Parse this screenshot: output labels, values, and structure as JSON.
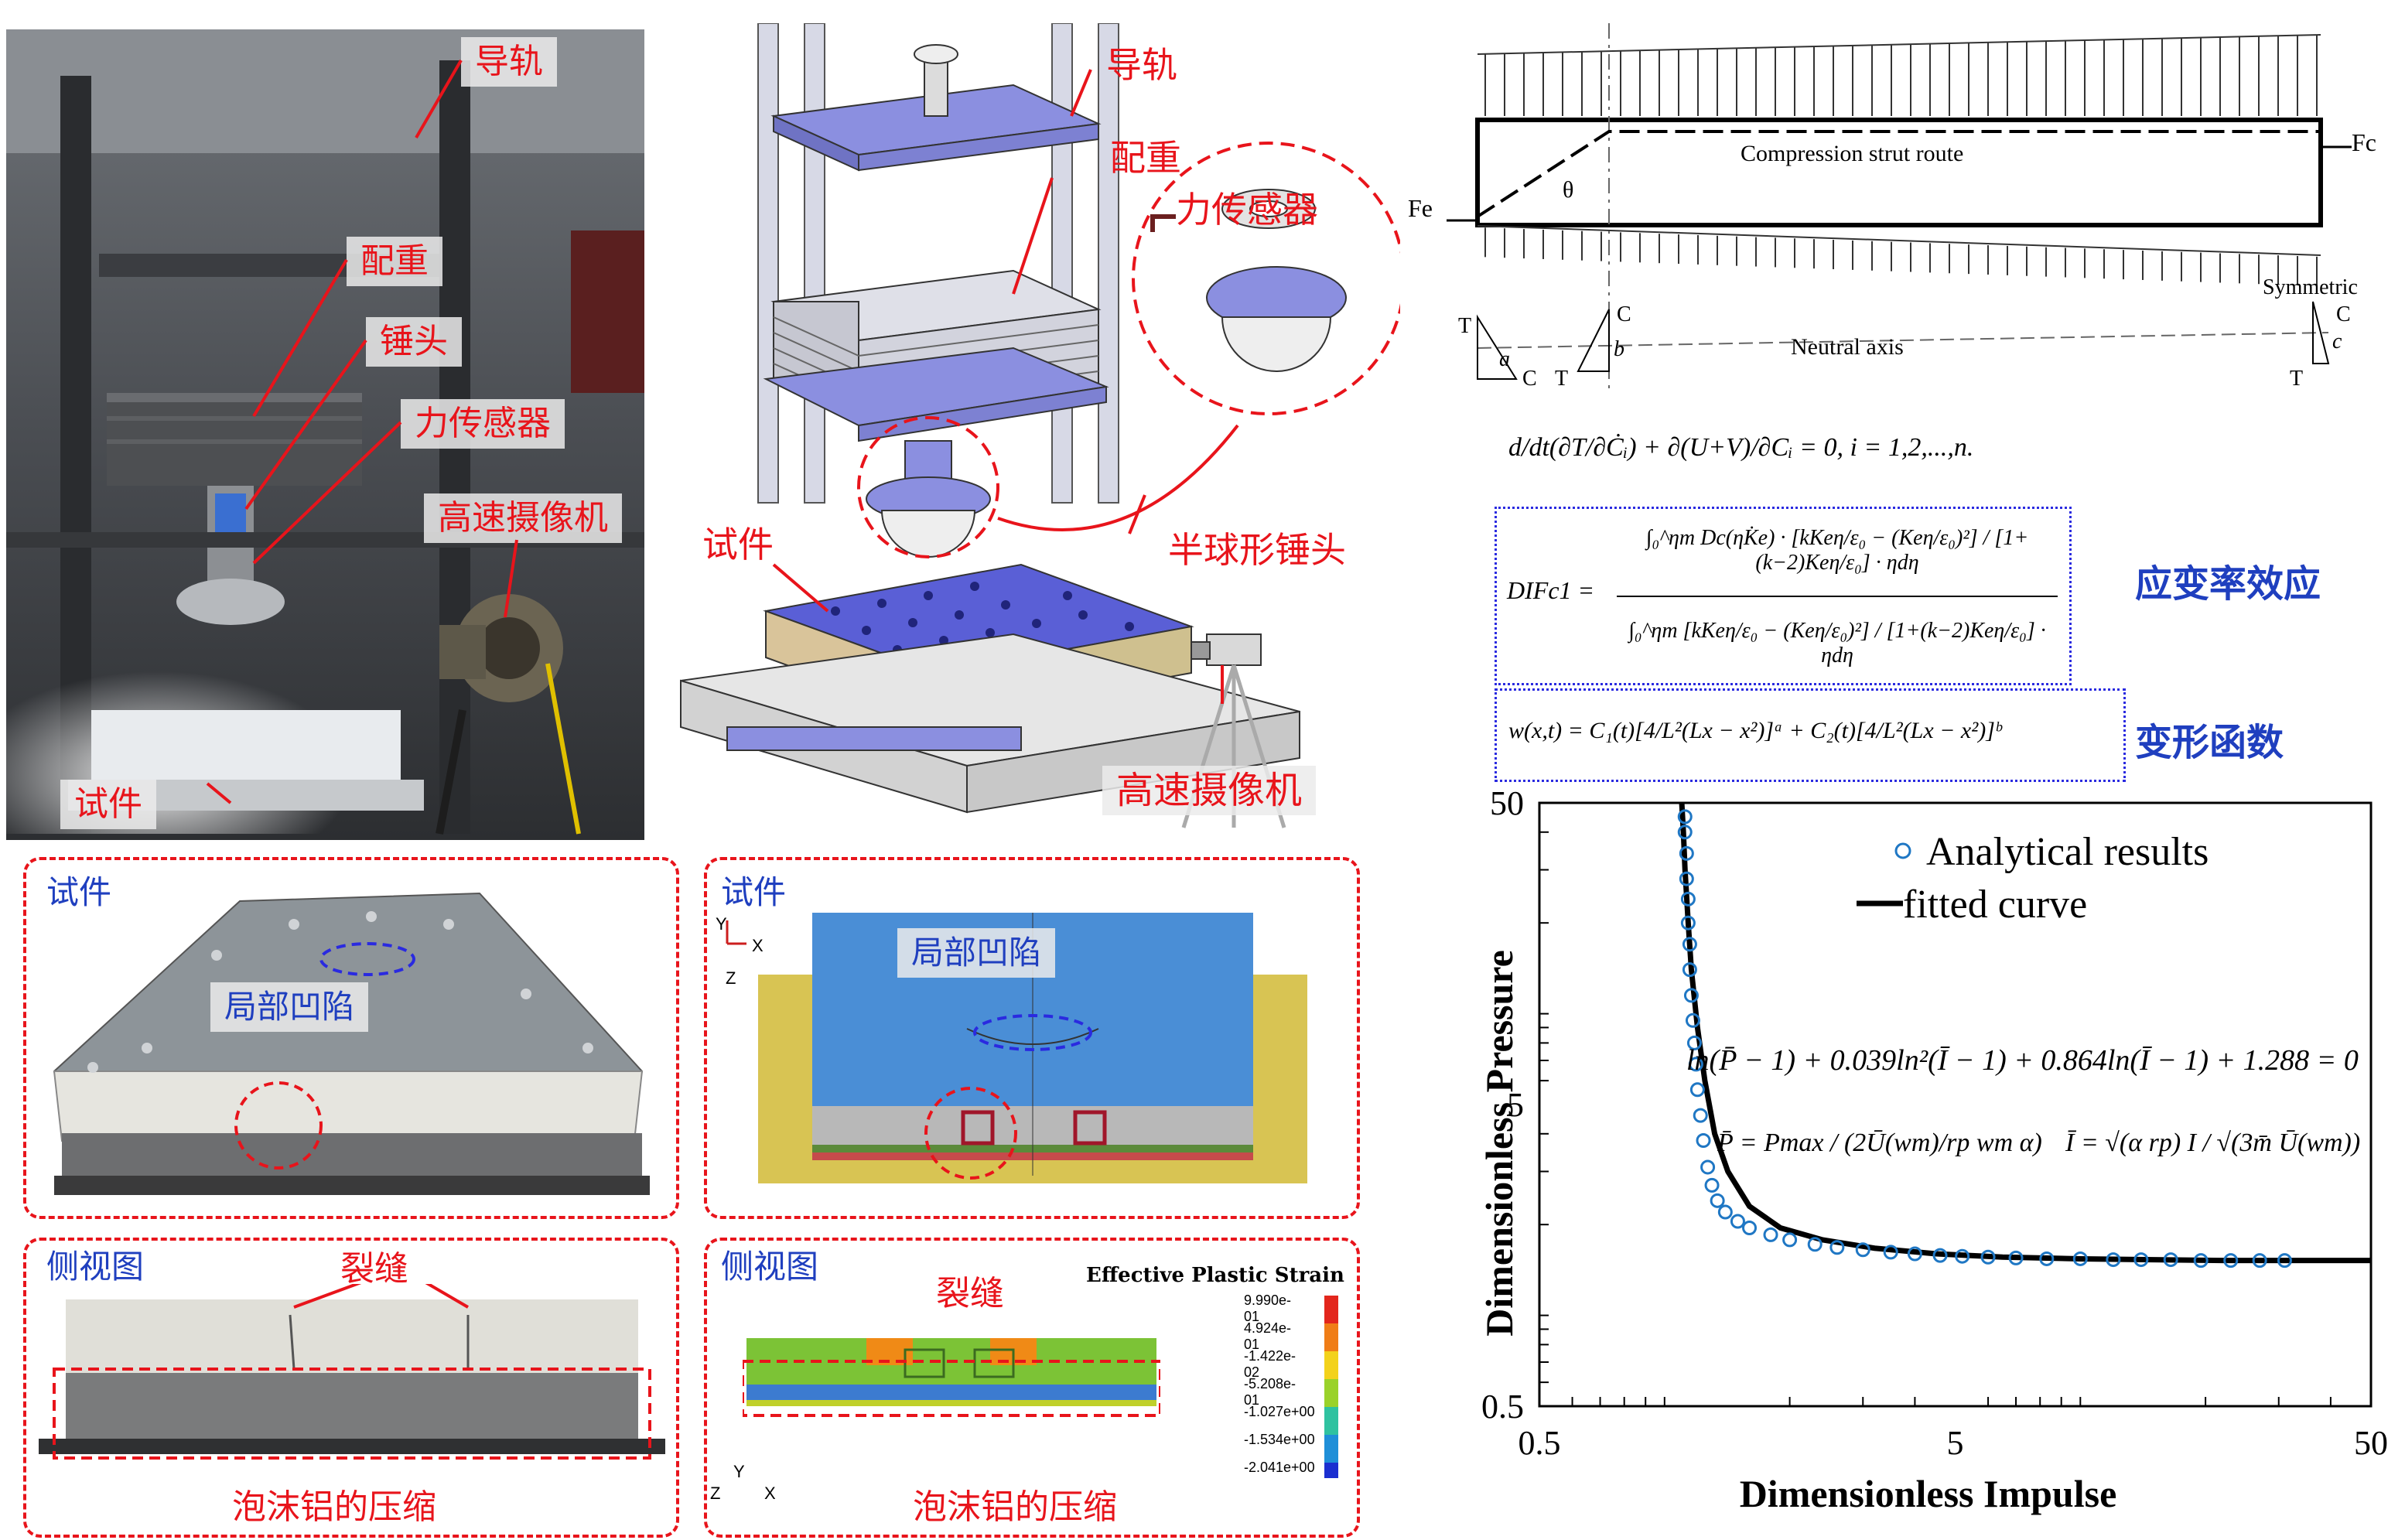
{
  "photo_top_left": {
    "labels": {
      "guide": "导轨",
      "weight": "配重",
      "hammer": "锤头",
      "force_sensor": "力传感器",
      "camera": "高速摄像机",
      "specimen": "试件"
    }
  },
  "schematic_top_middle": {
    "labels": {
      "guide": "导轨",
      "weight": "配重",
      "force_sensor": "力传感器",
      "specimen": "试件",
      "hemisphere_hammer": "半球形锤头",
      "camera": "高速摄像机"
    }
  },
  "panel_specimen_photo": {
    "title": "试件",
    "label": "局部凹陷"
  },
  "panel_specimen_fe": {
    "title": "试件",
    "label": "局部凹陷",
    "axes": {
      "y": "Y",
      "x": "X",
      "z": "Z"
    }
  },
  "panel_side_photo": {
    "title": "侧视图",
    "crack": "裂缝",
    "compression": "泡沫铝的压缩"
  },
  "panel_side_fe": {
    "title": "侧视图",
    "crack": "裂缝",
    "compression": "泡沫铝的压缩",
    "axes": {
      "z": "Z",
      "y": "Y",
      "x": "X"
    },
    "legend_title": "Effective Plastic Strain",
    "legend_values": [
      "9.990e-01",
      "4.924e-01",
      "-1.422e-02",
      "-5.208e-01",
      "-1.027e+00",
      "-1.534e+00",
      "-2.041e+00"
    ],
    "legend_colors": [
      "#e3261c",
      "#f07d16",
      "#f3d21b",
      "#9ad22a",
      "#2fc2a0",
      "#1f8fd8",
      "#1b2fd0"
    ]
  },
  "beam_diagram": {
    "strut_label": "Compression strut route",
    "theta": "θ",
    "Fe": "Fe",
    "Fc": "Fc",
    "neutral_axis": "Neutral axis",
    "symmetric": "Symmetric",
    "T": "T",
    "C": "C",
    "a": "a",
    "b": "b",
    "c": "c"
  },
  "equations": {
    "lagrange": "d/dt(∂T/∂Ċᵢ) + ∂(U+V)/∂Cᵢ = 0,   i = 1,2,...,n.",
    "dif_lhs": "DIFc1 =",
    "dif_num": "∫₀^ηm Dc(ηK̇e) · [kKeη/ε₀ − (Keη/ε₀)²] / [1+(k−2)Keη/ε₀] · ηdη",
    "dif_den": "∫₀^ηm [kKeη/ε₀ − (Keη/ε₀)²] / [1+(k−2)Keη/ε₀] · ηdη",
    "strain_rate_label": "应变率效应",
    "deform": "w(x,t) = C₁(t)[4/L²(Lx − x²)]ᵃ + C₂(t)[4/L²(Lx − x²)]ᵇ",
    "deform_label": "变形函数"
  },
  "chart_data": {
    "type": "scatter",
    "xlabel": "Dimensionless Impulse",
    "ylabel": "Dimensionless Pressure",
    "xscale": "log",
    "yscale": "log",
    "xlim": [
      0.5,
      50
    ],
    "ylim": [
      0.5,
      50
    ],
    "xticks": [
      "0.5",
      "5",
      "50"
    ],
    "yticks": [
      "0.5",
      "5",
      "50"
    ],
    "legend": "top-right",
    "series": [
      {
        "name": "Analytical results",
        "style": "open-circle",
        "color": "#1f77c4",
        "x": [
          1.12,
          1.12,
          1.13,
          1.13,
          1.14,
          1.14,
          1.15,
          1.15,
          1.16,
          1.17,
          1.18,
          1.19,
          1.2,
          1.22,
          1.24,
          1.27,
          1.3,
          1.34,
          1.4,
          1.5,
          1.6,
          1.8,
          2.0,
          2.3,
          2.6,
          3.0,
          3.5,
          4.0,
          4.6,
          5.2,
          6.0,
          7.0,
          8.3,
          10.0,
          12.0,
          14.0,
          16.5,
          19.5,
          23.0,
          27.0,
          31.0
        ],
        "y": [
          45,
          40,
          34,
          28,
          24,
          20,
          17,
          14,
          11.5,
          9.5,
          8.0,
          6.8,
          5.6,
          4.6,
          3.8,
          3.1,
          2.7,
          2.4,
          2.2,
          2.05,
          1.95,
          1.85,
          1.78,
          1.72,
          1.68,
          1.65,
          1.62,
          1.6,
          1.58,
          1.57,
          1.56,
          1.55,
          1.54,
          1.54,
          1.53,
          1.53,
          1.53,
          1.52,
          1.52,
          1.52,
          1.52
        ]
      },
      {
        "name": "fitted curve",
        "style": "line",
        "color": "#000000",
        "x": [
          1.1,
          1.11,
          1.12,
          1.14,
          1.16,
          1.2,
          1.25,
          1.32,
          1.42,
          1.6,
          1.9,
          2.4,
          3.2,
          4.5,
          6.5,
          10,
          15,
          22,
          32,
          50
        ],
        "y": [
          50,
          40,
          30,
          20,
          14,
          9,
          6,
          4,
          3,
          2.3,
          1.95,
          1.78,
          1.67,
          1.6,
          1.56,
          1.54,
          1.53,
          1.52,
          1.52,
          1.52
        ]
      }
    ],
    "annotations": {
      "fit_eq": "ln(P̄ − 1) + 0.039ln²(Ī − 1) + 0.864ln(Ī − 1) + 1.288 = 0",
      "p_def": "P̄ = Pmax / (2Ū(wm)/rp wm α)",
      "i_def": "Ī = √(α rp) I / √(3m̄ Ū(wm))"
    }
  }
}
